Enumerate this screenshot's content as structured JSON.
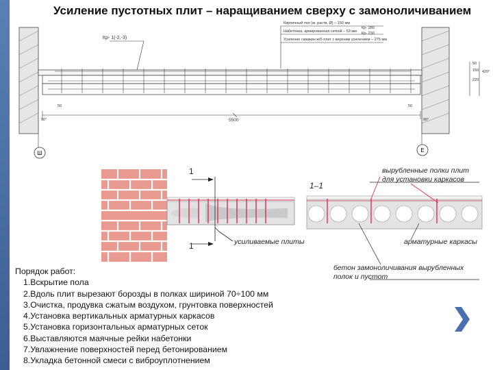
{
  "title": "Усиление пустотных плит – наращиванием сверху с замоноличиванием",
  "drawing_top": {
    "callout_left": "Кр- 1(-2,-3)",
    "notes": [
      "Кирпичный пол (м. раств. Ø) – 150 мм",
      "Набетонка, армированная сеткой – 53 мм",
      "Усиление скважин ж/б плит с верхним усилением – 275 мм"
    ],
    "note_marks": [
      "Кр- 280",
      "Кр- 230"
    ],
    "dim_span": "5500",
    "dim_left": "90°",
    "dim_right": "90°",
    "dim_50_left": "50",
    "dim_50_right": "50",
    "dim_side": [
      "50",
      "150",
      "220",
      "420°"
    ],
    "axis_left": "Ш",
    "axis_right": "Е"
  },
  "drawing_bottom": {
    "mark_1_top": "1",
    "mark_1_bottom": "1",
    "section": "1–1",
    "label_cut_shelves": [
      "вырубленные полки плит",
      "для установки каркасов"
    ],
    "label_slabs": "усиливаемые плиты",
    "label_frames": "арматурные каркасы",
    "label_concrete": [
      "бетон замоноличивания вырубленных",
      "полок и пустот"
    ]
  },
  "steps": {
    "heading": "Порядок работ:",
    "items": [
      "1.Вскрытие пола",
      "2.Вдоль плит вырезают борозды в полках шириной 70÷100 мм",
      "3.Очистка, продувка сжатым воздухом, грунтовка поверхностей",
      "4.Установка вертикальных арматурных каркасов",
      "5.Установка горизонтальных арматурных сеток",
      "6.Выставляются маячные рейки набетонки",
      "7.Увлажнение поверхностей перед бетонированием",
      "8.Укладка бетонной смеси с виброуплотнением"
    ]
  },
  "next_icon": "chevron-right-icon",
  "colors": {
    "accent": "#4a6fb0",
    "brick": "#e89a90",
    "mortar": "#ffffff",
    "rebar": "#d62f4f"
  }
}
